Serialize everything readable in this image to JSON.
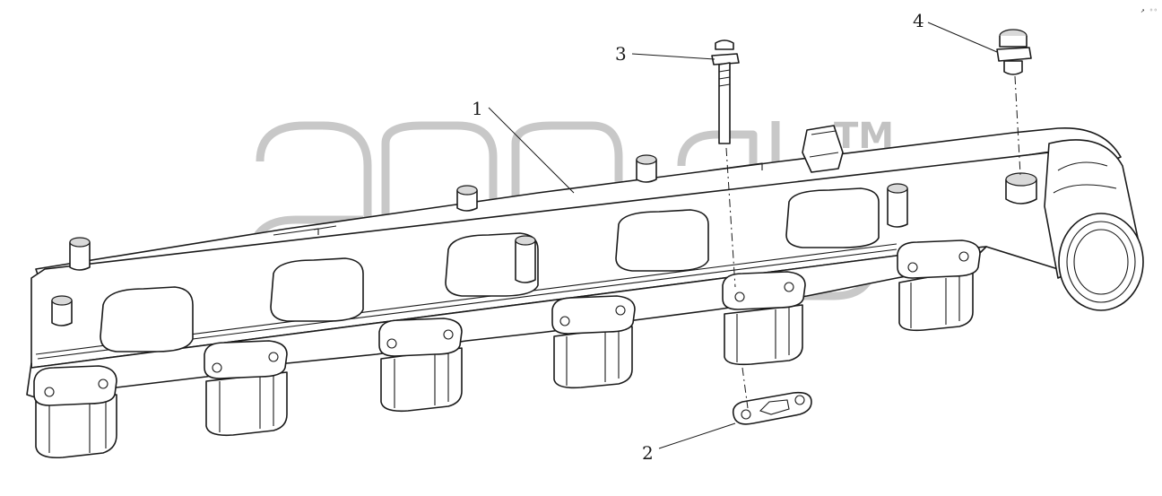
{
  "diagram": {
    "callouts": [
      {
        "id": "1",
        "label": "1"
      },
      {
        "id": "2",
        "label": "2"
      },
      {
        "id": "3",
        "label": "3"
      },
      {
        "id": "4",
        "label": "4"
      }
    ],
    "watermark": {
      "trademark": "TM"
    },
    "corner_mark": "↗ ◦◦"
  },
  "colors": {
    "line": "#1a1a1a",
    "watermark": "#9a9a9a",
    "background": "#ffffff"
  }
}
